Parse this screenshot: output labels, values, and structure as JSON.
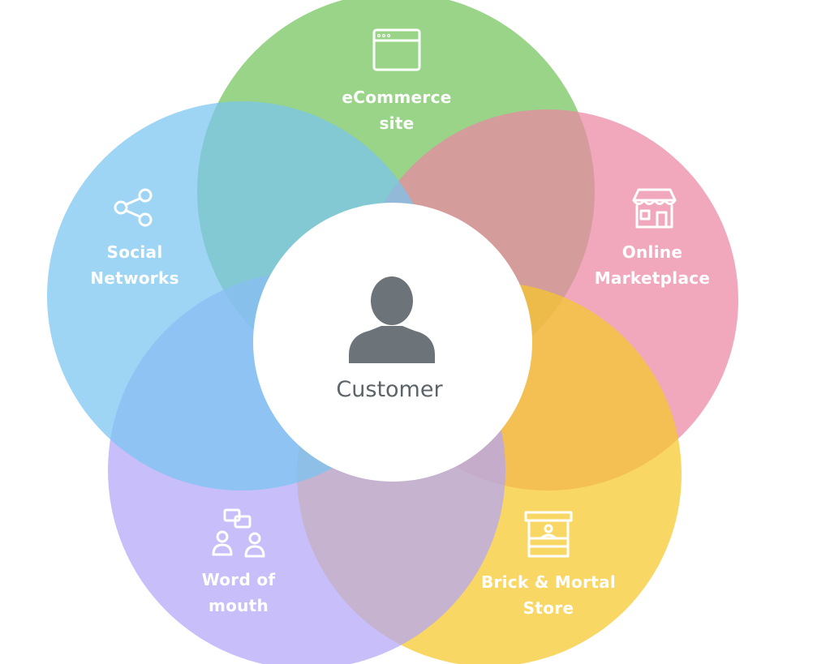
{
  "diagram": {
    "center": {
      "label": "Customer",
      "icon": "person-icon",
      "color": "#6c7479"
    },
    "nodes": [
      {
        "key": "ecommerce",
        "line1": "eCommerce",
        "line2": "site",
        "icon": "browser-window-icon",
        "color": "#72c35a"
      },
      {
        "key": "marketplace",
        "line1": "Online",
        "line2": "Marketplace",
        "icon": "storefront-icon",
        "color": "#ec86a3"
      },
      {
        "key": "brick",
        "line1": "Brick & Mortal",
        "line2": "Store",
        "icon": "kiosk-icon",
        "color": "#f5c829"
      },
      {
        "key": "word",
        "line1": "Word of",
        "line2": "mouth",
        "icon": "conversation-icon",
        "color": "#b2a5f8"
      },
      {
        "key": "social",
        "line1": "Social",
        "line2": "Networks",
        "icon": "share-icon",
        "color": "#79c5f0"
      }
    ]
  }
}
